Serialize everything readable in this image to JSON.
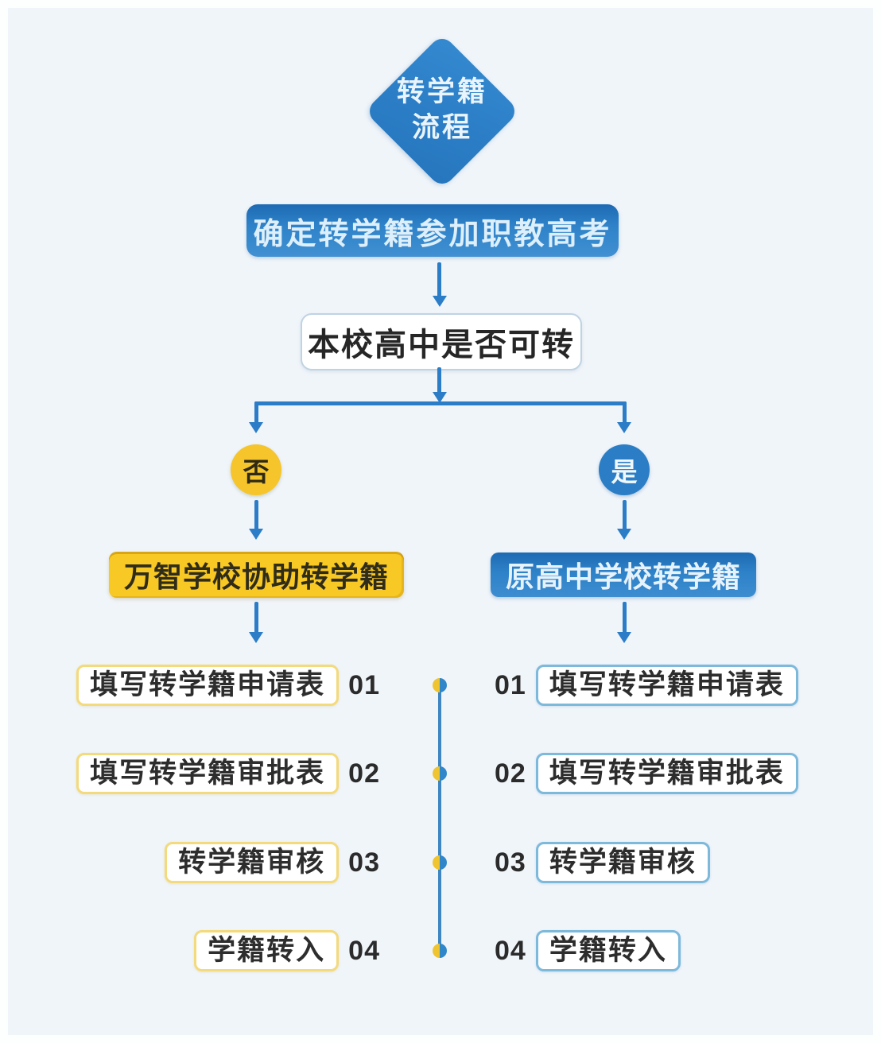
{
  "title": {
    "line1": "转学籍",
    "line2": "流程"
  },
  "header": {
    "label": "确定转学籍参加职教高考"
  },
  "decision": {
    "label": "本校高中是否可转"
  },
  "left_branch": {
    "answer": "否",
    "action": "万智学校协助转学籍",
    "steps": [
      {
        "num": "01",
        "label": "填写转学籍申请表"
      },
      {
        "num": "02",
        "label": "填写转学籍审批表"
      },
      {
        "num": "03",
        "label": "转学籍审核"
      },
      {
        "num": "04",
        "label": "学籍转入"
      }
    ]
  },
  "right_branch": {
    "answer": "是",
    "action": "原高中学校转学籍",
    "steps": [
      {
        "num": "01",
        "label": "填写转学籍申请表"
      },
      {
        "num": "02",
        "label": "填写转学籍审批表"
      },
      {
        "num": "03",
        "label": "转学籍审核"
      },
      {
        "num": "04",
        "label": "学籍转入"
      }
    ]
  },
  "colors": {
    "primary_blue": "#2b7ec6",
    "arrow_blue": "#2b7dc7",
    "accent_yellow": "#f8c824",
    "left_step_border": "#f3da7c",
    "right_step_border": "#7db9db",
    "background": "#f0f5fa",
    "dark_text": "#2d2d2d"
  }
}
